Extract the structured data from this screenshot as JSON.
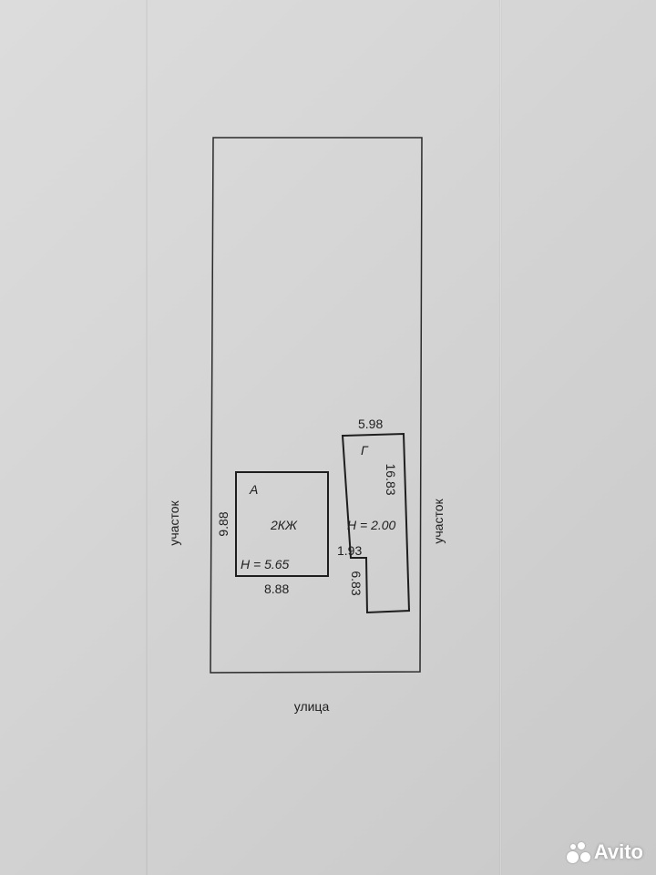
{
  "diagram": {
    "plot_boundary": {
      "street_label": "улица",
      "left_label": "участок",
      "right_label": "участок"
    },
    "building_a": {
      "letter": "А",
      "type": "2КЖ",
      "height_label": "H = 5.65",
      "width_dim": "8.88",
      "depth_dim": "9.88"
    },
    "building_g": {
      "letter": "Г",
      "height_label": "H = 2.00",
      "top_dim": "5.98",
      "right_dim": "16.83",
      "step_dim": "1.93",
      "lower_dim": "6.83"
    }
  },
  "watermark": {
    "brand": "Avito"
  }
}
